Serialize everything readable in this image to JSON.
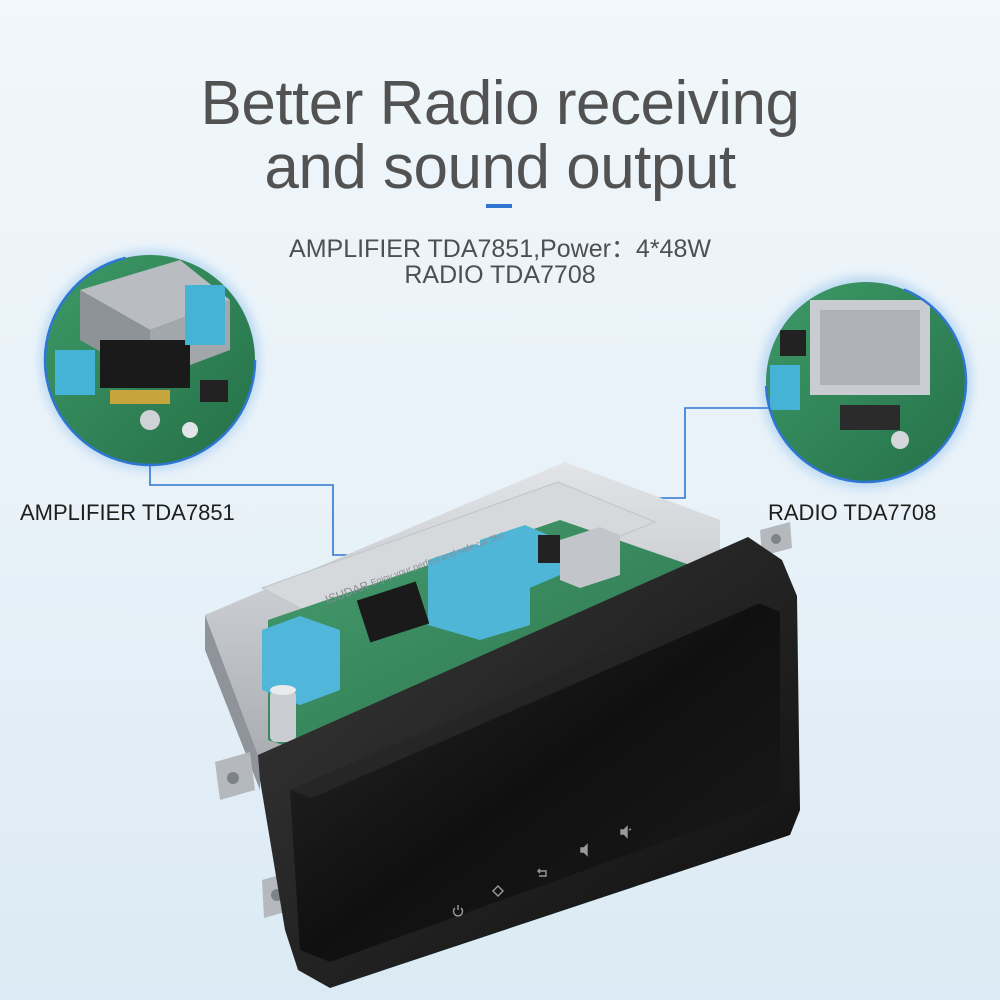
{
  "headline": {
    "line1": "Better Radio receiving",
    "line2": "and sound output"
  },
  "specs": {
    "line1": "AMPLIFIER TDA7851,Power：4*48W",
    "line2": "RADIO TDA7708"
  },
  "callouts": {
    "left_label": "AMPLIFIER TDA7851",
    "right_label": "RADIO TDA7708"
  },
  "device": {
    "brand_text": "ISUDAR",
    "slogan_text": "Enjoy your perfect and safe car life!"
  },
  "colors": {
    "accent": "#2f76d2",
    "circuit_green": "#2f8a5a",
    "connector_blue": "#4fb6d8",
    "screen_black": "#141414"
  },
  "icons": {
    "power": "power-icon",
    "home": "home-icon",
    "back": "back-icon",
    "volume_down": "volume-down-icon",
    "volume_up": "volume-up-icon"
  }
}
